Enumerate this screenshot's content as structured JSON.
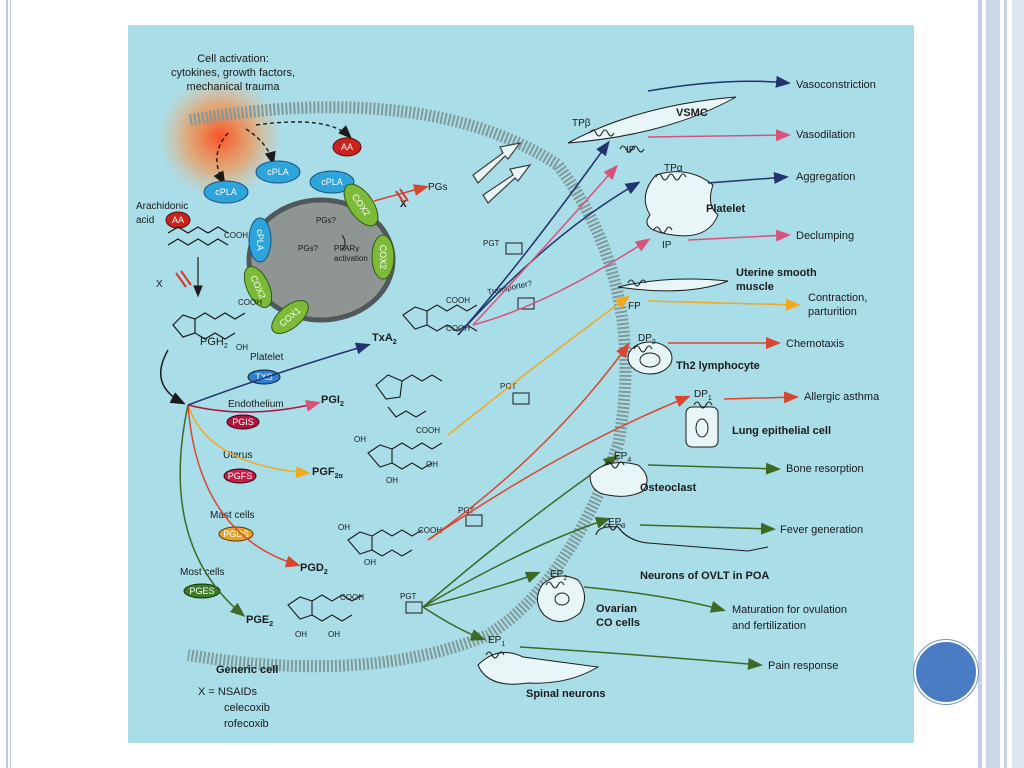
{
  "colors": {
    "background": "#a9dde8",
    "membrane": "#7f9a98",
    "blue_arrow": "#23336f",
    "pink_arrow": "#d8537a",
    "red_arrow": "#d9462f",
    "orange_arrow": "#f2a91e",
    "green_arrow": "#3c6a24",
    "nsaid_red": "#d9362a"
  },
  "icons": [
    "flame-glow",
    "nucleus",
    "receptor-coil",
    "hollow-arrow"
  ],
  "text": {
    "activation": [
      "Cell activation:",
      "cytokines, growth factors,",
      "mechanical trauma"
    ],
    "arachidonic": [
      "Arachidonic",
      "acid"
    ],
    "pgh2": "PGH",
    "pgs": "PGs",
    "pgs_q1": "PGs?",
    "pgs_q2": "PGs?",
    "ppar": [
      "PPARγ",
      "activation"
    ],
    "x": "X",
    "transporter": "Transporter?",
    "pgt": "PGT",
    "generic_cell": "Generic cell",
    "nsaids": [
      "X = NSAIDs",
      "celecoxib",
      "rofecoxib"
    ],
    "cooh": "COOH",
    "oh": "OH"
  },
  "enzymes": {
    "aa": "AA",
    "cpla2": "cPLA",
    "cox2": "COX2",
    "cox1": "COX1",
    "txs": "TXS",
    "pgis": "PGIS",
    "pgfs": "PGFS",
    "pgds": "PGDS",
    "pges": "PGES"
  },
  "sources": [
    {
      "cell": "Platelet",
      "enzyme": "TXS",
      "product": "TxA"
    },
    {
      "cell": "Endothelium",
      "enzyme": "PGIS",
      "product": "PGI"
    },
    {
      "cell": "Uterus",
      "enzyme": "PGFS",
      "product": "PGF"
    },
    {
      "cell": "Mast cells",
      "enzyme": "PGDS",
      "product": "PGD"
    },
    {
      "cell": "Most cells",
      "enzyme": "PGES",
      "product": "PGE"
    }
  ],
  "receptors": {
    "tpb": "TPβ",
    "ip1": "IP",
    "tpa": "TPα",
    "ip2": "IP",
    "fp": "FP",
    "dp2": "DP",
    "dp1": "DP",
    "ep4": "EP",
    "ep3": "EP",
    "ep2": "EP",
    "ep1": "EP"
  },
  "targets": {
    "vsmc": "VSMC",
    "platelet": "Platelet",
    "uterine": [
      "Uterine smooth",
      "muscle"
    ],
    "th2": "Th2  lymphocyte",
    "lung": "Lung epithelial cell",
    "osteoclast": "Osteoclast",
    "ovlt": "Neurons of OVLT in POA",
    "ovarian": [
      "Ovarian",
      "CO cells"
    ],
    "spinal": "Spinal neurons"
  },
  "outcomes": {
    "vasoconstriction": "Vasoconstriction",
    "vasodilation": "Vasodilation",
    "aggregation": "Aggregation",
    "declumping": "Declumping",
    "contraction": [
      "Contraction,",
      "parturition"
    ],
    "chemotaxis": "Chemotaxis",
    "asthma": "Allergic asthma",
    "bone": "Bone resorption",
    "fever": "Fever generation",
    "ovulation": [
      "Maturation for ovulation",
      "and fertilization"
    ],
    "pain": "Pain response"
  }
}
